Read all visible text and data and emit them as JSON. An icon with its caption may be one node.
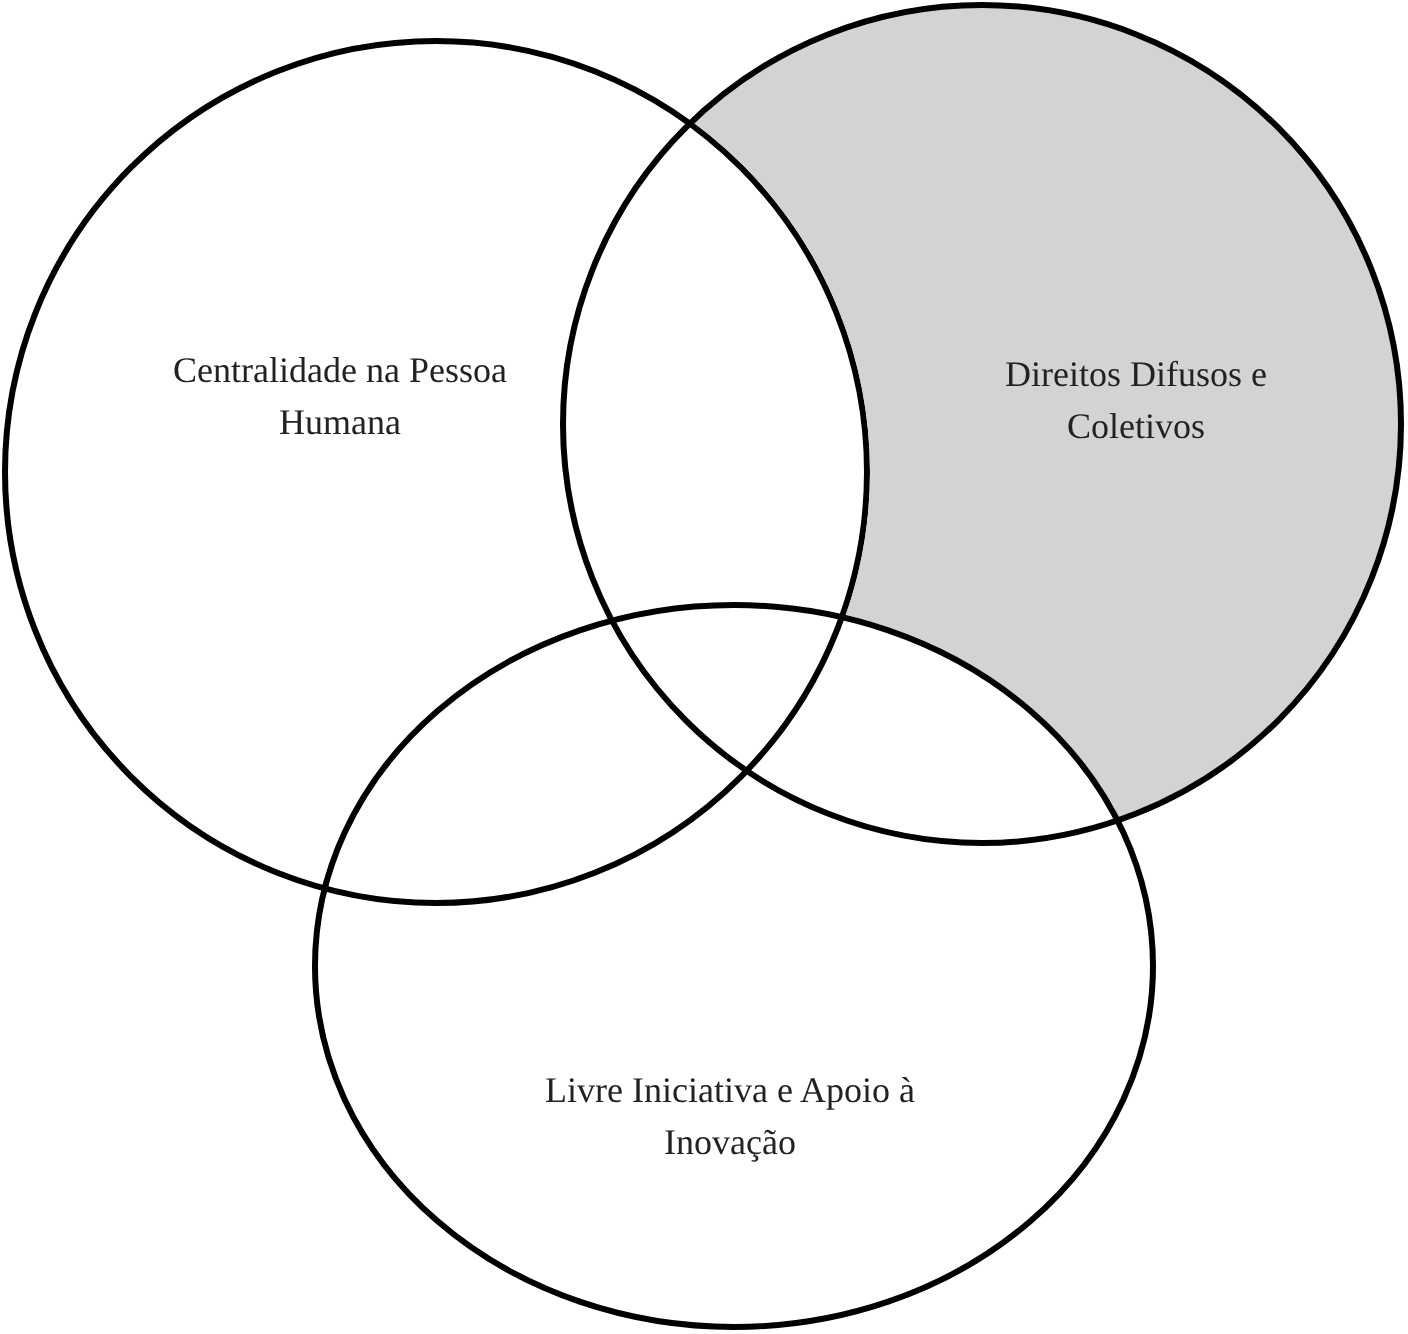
{
  "diagram": {
    "nodes": [
      {
        "text": [
          "Centralidade na Pessoa Humana"
        ]
      },
      {
        "text": [
          "Direitos Difusos e Coletivos"
        ]
      },
      {
        "text": [
          "Livre Iniciativa e Apoio à Inovação"
        ]
      }
    ],
    "edges": []
  }
}
